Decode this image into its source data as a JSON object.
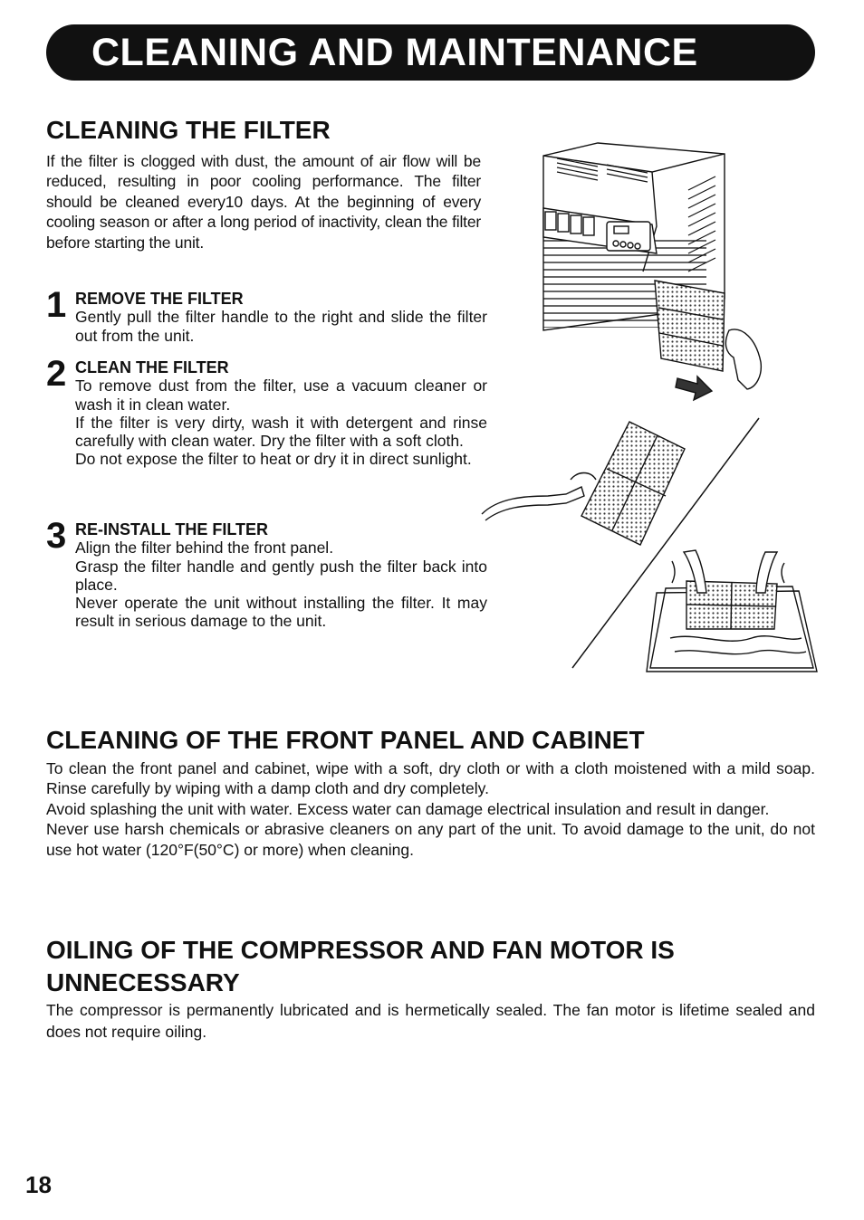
{
  "page_title": "CLEANING AND MAINTENANCE",
  "filter_section": {
    "heading": "CLEANING THE FILTER",
    "intro": "If the filter is clogged with dust, the amount of air flow will be reduced, resulting in poor cooling performance. The filter should be cleaned every10 days. At the beginning of every cooling season or after a long period of inactivity, clean the filter before starting the unit.",
    "steps": [
      {
        "number": "1",
        "title": "REMOVE THE FILTER",
        "lines": [
          "Gently pull the filter handle to the right and  slide the filter out from the unit."
        ]
      },
      {
        "number": "2",
        "title": "CLEAN THE FILTER",
        "lines": [
          "To remove dust from the filter, use a vacuum cleaner or wash it in clean water.",
          "If the filter is very dirty, wash it with detergent and rinse carefully with  clean  water.  Dry  the filter with a soft cloth.",
          "Do not  expose  the filter to heat or dry it in direct sunlight."
        ]
      },
      {
        "number": "3",
        "title": "RE-INSTALL THE FILTER",
        "lines": [
          "Align the filter behind the front panel.",
          "Grasp the filter handle and gently push the filter back into place.",
          "Never  operate the unit without installing  the filter. It may  result  in  serious damage to  the unit."
        ]
      }
    ]
  },
  "panel_section": {
    "heading": "CLEANING OF THE FRONT PANEL AND CABINET",
    "paragraphs": [
      "To clean the front panel and cabinet, wipe with a soft, dry cloth or with a cloth  moistened with a mild soap. Rinse carefully by wiping with a damp cloth and dry completely.",
      "Avoid splashing the unit with water. Excess water can damage electrical insulation and result in danger.",
      "Never use harsh chemicals or abrasive cleaners on any part of the unit.  To avoid  damage to the unit, do not use hot water (120°F(50°C) or more) when cleaning."
    ]
  },
  "oiling_section": {
    "heading": "OILING OF THE COMPRESSOR AND FAN MOTOR IS UNNECESSARY",
    "paragraph": "The compressor is permanently lubricated and is hermetically sealed. The fan motor is lifetime sealed and does not require oiling."
  },
  "page_number": "18",
  "colors": {
    "banner": "#111111",
    "text": "#111111",
    "background": "#ffffff"
  },
  "illustrations": [
    "air-conditioner-filter-removal",
    "vacuum-cleaning-filter",
    "washing-filter-in-basin"
  ]
}
